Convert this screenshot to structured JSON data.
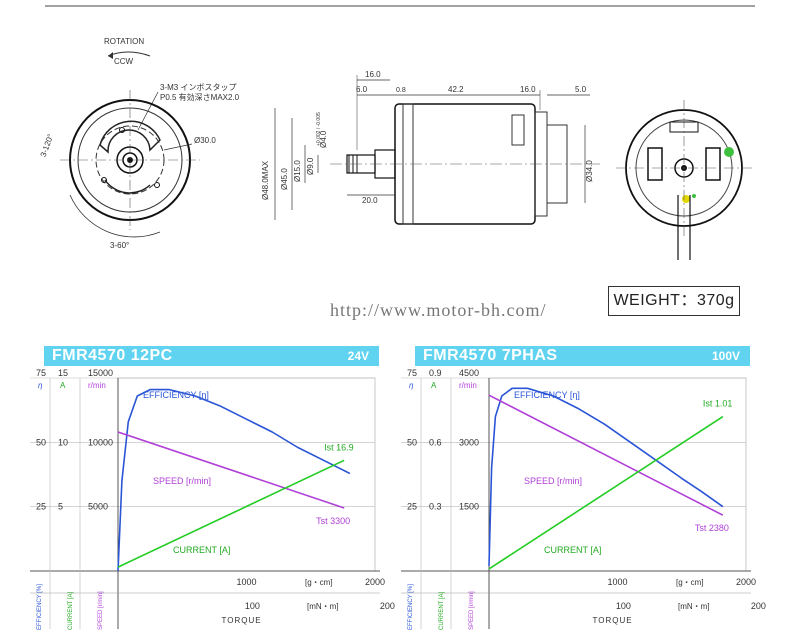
{
  "drawing": {
    "rotation_label": "ROTATION",
    "rotation_dir": "CCW",
    "hole_note_1": "3-M3 インボスタップ",
    "hole_note_2": "P0.5 有効深さMAX2.0",
    "angle_120": "3-120°",
    "angle_60": "3-60°",
    "dia_30": "Ø30.0",
    "dim_16a": "16.0",
    "dim_6": "6.0",
    "dim_0_8": "0.8",
    "dim_42_2": "42.2",
    "dim_16b": "16.0",
    "dim_5": "5.0",
    "dim_48": "Ø48.0MAX",
    "dim_45": "Ø45.0",
    "dim_15": "Ø15.0",
    "dim_9": "Ø9.0",
    "dim_4": "Ø4.0",
    "dim_tol": "+0.002 / -0.005",
    "dim_20": "20.0",
    "dim_34": "Ø34.0"
  },
  "weight": "WEIGHT：370g",
  "url": "http://www.motor-bh.com/",
  "charts": [
    {
      "model": "FMR4570 12PC",
      "voltage": "24V",
      "eff_ticks": [
        "75",
        "50",
        "25"
      ],
      "cur_ticks": [
        "15",
        "10",
        "5"
      ],
      "spd_ticks": [
        "15000",
        "10000",
        "5000"
      ],
      "eff_sym": "η",
      "cur_sym": "A",
      "spd_sym": "r/min",
      "torque_gcm_ticks": [
        "1000",
        "2000"
      ],
      "torque_mnm_ticks": [
        "100",
        "200"
      ],
      "unit_gcm": "[g・cm]",
      "unit_mnm": "[mN・m]",
      "torque_label": "TORQUE",
      "eff_axis_label": "EFFICIENCY [%]",
      "cur_axis_label": "CURRENT [A]",
      "spd_axis_label": "SPEED [r/min]",
      "efficiency_label": "EFFICIENCY [η]",
      "speed_label": "SPEED [r/min]",
      "current_label": "CURRENT [A]",
      "ist_label": "Ist 16.9",
      "tst_label": "Tst 3300"
    },
    {
      "model": "FMR4570 7PHAS",
      "voltage": "100V",
      "eff_ticks": [
        "75",
        "50",
        "25"
      ],
      "cur_ticks": [
        "0.9",
        "0.6",
        "0.3"
      ],
      "spd_ticks": [
        "4500",
        "3000",
        "1500"
      ],
      "eff_sym": "η",
      "cur_sym": "A",
      "spd_sym": "r/min",
      "torque_gcm_ticks": [
        "1000",
        "2000"
      ],
      "torque_mnm_ticks": [
        "100",
        "200"
      ],
      "unit_gcm": "[g・cm]",
      "unit_mnm": "[mN・m]",
      "torque_label": "TORQUE",
      "eff_axis_label": "EFFICIENCY [%]",
      "cur_axis_label": "CURRENT [A]",
      "spd_axis_label": "SPEED [r/min]",
      "efficiency_label": "EFFICIENCY [η]",
      "speed_label": "SPEED [r/min]",
      "current_label": "CURRENT [A]",
      "ist_label": "Ist 1.01",
      "tst_label": "Tst 2380"
    }
  ],
  "chart_data": [
    {
      "type": "line",
      "title": "FMR4570 12PC",
      "xlabel": "TORQUE",
      "x_unit": "g・cm",
      "xlim": [
        0,
        2000
      ],
      "series": [
        {
          "name": "EFFICIENCY [η]",
          "axis": "efficiency",
          "color": "#2a55d6",
          "x": [
            0,
            30,
            80,
            150,
            250,
            400,
            600,
            800,
            1000,
            1200,
            1400,
            1600,
            1800,
            1760
          ],
          "y": [
            0,
            35,
            58,
            68,
            70.5,
            70.5,
            68,
            64,
            59,
            54,
            48,
            43,
            38,
            39
          ]
        },
        {
          "name": "SPEED [r/min]",
          "axis": "speed",
          "color": "#b040d8",
          "x": [
            0,
            1760
          ],
          "y": [
            10800,
            4900
          ]
        },
        {
          "name": "CURRENT [A]",
          "axis": "current",
          "color": "#22cc22",
          "x": [
            0,
            1760
          ],
          "y": [
            0.3,
            8.6
          ]
        }
      ],
      "efficiency_lim": [
        0,
        75
      ],
      "current_lim": [
        0,
        15
      ],
      "speed_lim": [
        0,
        15000
      ]
    },
    {
      "type": "line",
      "title": "FMR4570 7PHAS",
      "xlabel": "TORQUE",
      "x_unit": "g・cm",
      "xlim": [
        0,
        2000
      ],
      "series": [
        {
          "name": "EFFICIENCY [η]",
          "axis": "efficiency",
          "color": "#2a55d6",
          "x": [
            0,
            20,
            50,
            100,
            180,
            300,
            500,
            700,
            900,
            1100,
            1300,
            1500,
            1650,
            1820
          ],
          "y": [
            2,
            40,
            60,
            68,
            71,
            71,
            68,
            63,
            57,
            50,
            43,
            36,
            31,
            25
          ]
        },
        {
          "name": "SPEED [r/min]",
          "axis": "speed",
          "color": "#b040d8",
          "x": [
            0,
            1820
          ],
          "y": [
            4100,
            1300
          ]
        },
        {
          "name": "CURRENT [A]",
          "axis": "current",
          "color": "#22cc22",
          "x": [
            0,
            1820
          ],
          "y": [
            0.01,
            0.72
          ]
        }
      ],
      "efficiency_lim": [
        0,
        75
      ],
      "current_lim": [
        0,
        0.9
      ],
      "speed_lim": [
        0,
        4500
      ]
    }
  ]
}
